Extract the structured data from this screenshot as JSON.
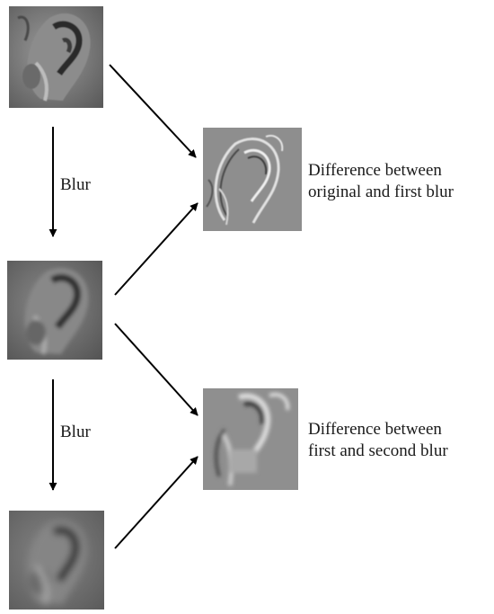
{
  "labels": {
    "blur_1": "Blur",
    "blur_2": "Blur",
    "diff_1_line1": "Difference between",
    "diff_1_line2": "original and first blur",
    "diff_2_line1": "Difference between",
    "diff_2_line2": "first and second blur"
  },
  "images": {
    "original": "ear-image-original",
    "first_blur": "ear-image-first-blur",
    "second_blur": "ear-image-second-blur",
    "difference_1": "ear-difference-image-1",
    "difference_2": "ear-difference-image-2"
  }
}
